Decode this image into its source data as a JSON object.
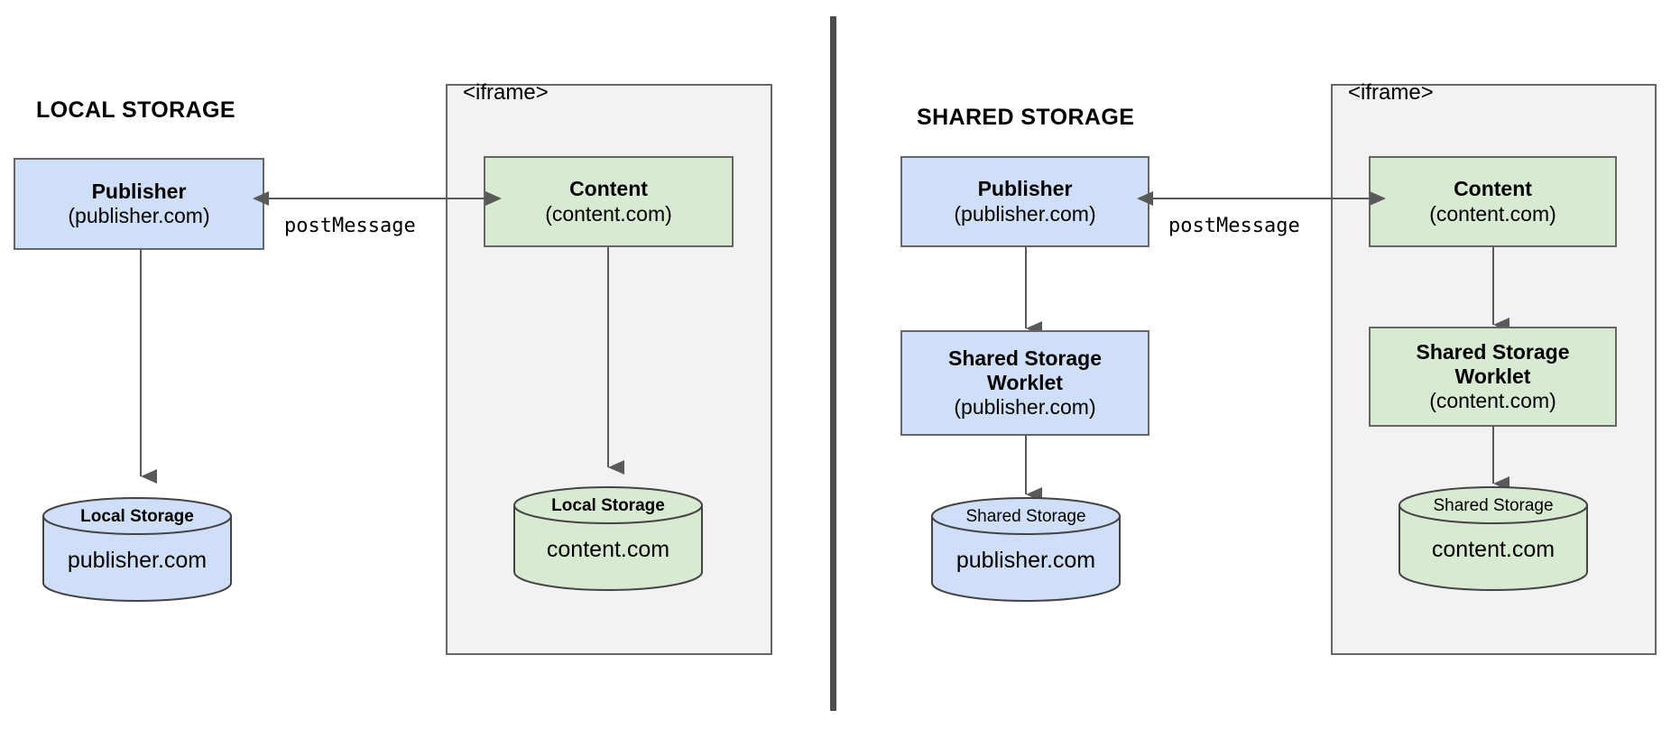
{
  "diagram": {
    "title_left": "LOCAL STORAGE",
    "title_right": "SHARED STORAGE",
    "iframe_label": "<iframe>",
    "edge_label": "postMessage",
    "colors": {
      "blue_fill": "#cfdff8",
      "green_fill": "#d9ead3",
      "panel_fill": "#f2f2f2",
      "stroke": "#666666",
      "divider": "#4d4d4d",
      "background": "#ffffff"
    }
  },
  "left": {
    "publisher": {
      "title": "Publisher",
      "sub": "(publisher.com)"
    },
    "content": {
      "title": "Content",
      "sub": "(content.com)"
    },
    "publisher_store": {
      "top": "Local Storage",
      "body": "publisher.com"
    },
    "content_store": {
      "top": "Local Storage",
      "body": "content.com"
    },
    "edge_label": "postMessage",
    "iframe_label": "<iframe>"
  },
  "right": {
    "publisher": {
      "title": "Publisher",
      "sub": "(publisher.com)"
    },
    "content": {
      "title": "Content",
      "sub": "(content.com)"
    },
    "publisher_worklet": {
      "title": "Shared Storage\nWorklet",
      "sub": "(publisher.com)"
    },
    "content_worklet": {
      "title": "Shared Storage\nWorklet",
      "sub": "(content.com)"
    },
    "publisher_store": {
      "top": "Shared Storage",
      "body": "publisher.com"
    },
    "content_store": {
      "top": "Shared Storage",
      "body": "content.com"
    },
    "edge_label": "postMessage",
    "iframe_label": "<iframe>"
  }
}
